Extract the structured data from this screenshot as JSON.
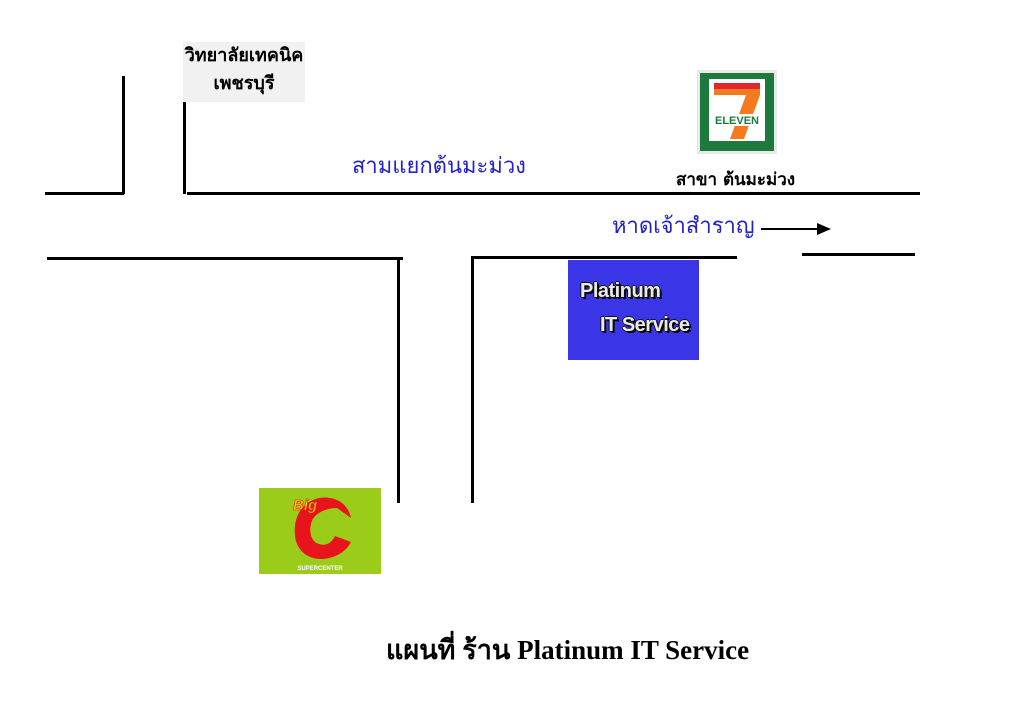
{
  "map": {
    "college_label_line1": "วิทยาลัยเทคนิค",
    "college_label_line2": "เพชรบุรี",
    "junction_label": "สามแยกต้นมะม่วง",
    "seven_eleven_branch": "สาขา ต้นมะม่วง",
    "beach_direction_label": "หาดเจ้าสำราญ",
    "title": "แผนที่ ร้าน Platinum IT Service"
  },
  "logos": {
    "seven_eleven": {
      "text": "ELEVEN",
      "numeral": "7",
      "colors": {
        "green": "#1d7a3c",
        "orange": "#f47a20",
        "red": "#e3262b"
      }
    },
    "platinum": {
      "line1": "Platinum",
      "line2": "IT Service",
      "background": "#3a36e8"
    },
    "big_c": {
      "word": "Big",
      "letter": "C",
      "tagline": "SUPERCENTER",
      "background": "#9ccc1a",
      "letter_color": "#e8141c"
    }
  },
  "colors": {
    "road": "#000000",
    "place_label": "#2222c8"
  }
}
